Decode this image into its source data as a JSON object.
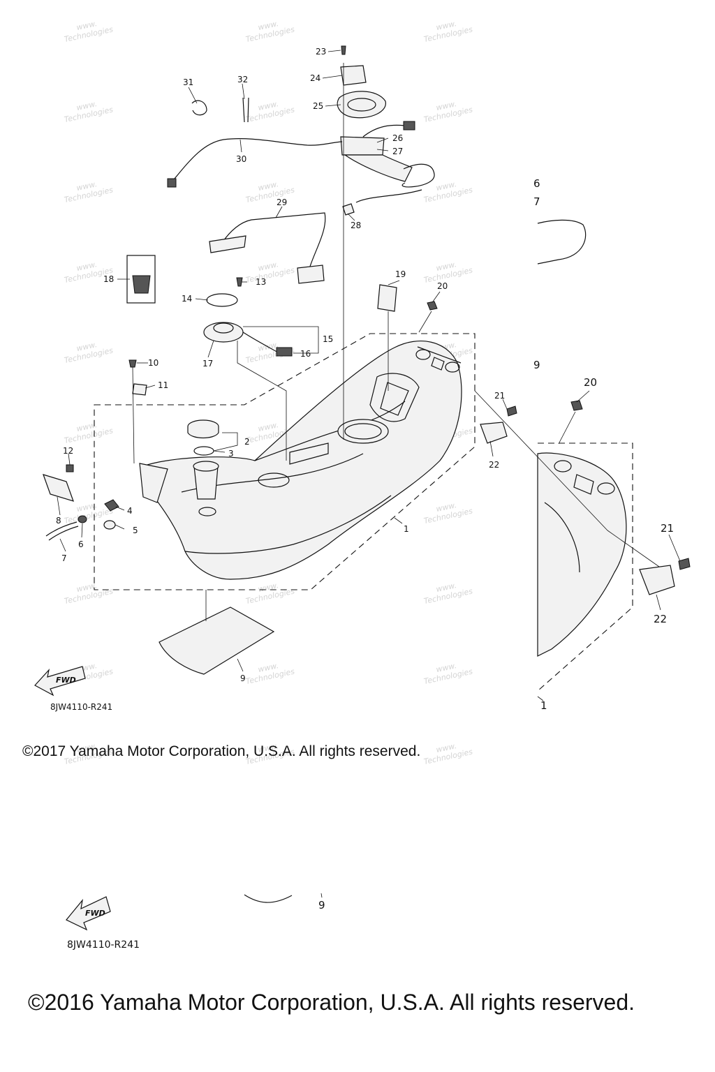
{
  "watermark": {
    "line1": "www.",
    "line2": "Technologies"
  },
  "callouts": [
    {
      "id": "1",
      "label": "1"
    },
    {
      "id": "2",
      "label": "2"
    },
    {
      "id": "3",
      "label": "3"
    },
    {
      "id": "4",
      "label": "4"
    },
    {
      "id": "5",
      "label": "5"
    },
    {
      "id": "6",
      "label": "6"
    },
    {
      "id": "7",
      "label": "7"
    },
    {
      "id": "8",
      "label": "8"
    },
    {
      "id": "9",
      "label": "9"
    },
    {
      "id": "10",
      "label": "10"
    },
    {
      "id": "11",
      "label": "11"
    },
    {
      "id": "12",
      "label": "12"
    },
    {
      "id": "13",
      "label": "13"
    },
    {
      "id": "14",
      "label": "14"
    },
    {
      "id": "15",
      "label": "15"
    },
    {
      "id": "16",
      "label": "16"
    },
    {
      "id": "17",
      "label": "17"
    },
    {
      "id": "18",
      "label": "18"
    },
    {
      "id": "19",
      "label": "19"
    },
    {
      "id": "20",
      "label": "20"
    },
    {
      "id": "21",
      "label": "21"
    },
    {
      "id": "22",
      "label": "22"
    },
    {
      "id": "23",
      "label": "23"
    },
    {
      "id": "24",
      "label": "24"
    },
    {
      "id": "25",
      "label": "25"
    },
    {
      "id": "26",
      "label": "26"
    },
    {
      "id": "27",
      "label": "27"
    },
    {
      "id": "28",
      "label": "28"
    },
    {
      "id": "29",
      "label": "29"
    },
    {
      "id": "30",
      "label": "30"
    },
    {
      "id": "31",
      "label": "31"
    },
    {
      "id": "32",
      "label": "32"
    }
  ],
  "detail_callouts": {
    "c20": "20",
    "c21": "21",
    "c22": "22",
    "c1": "1",
    "edge_6": "6",
    "edge_7": "7",
    "edge_9": "9",
    "lower_9": "9"
  },
  "fwd_label": "FWD",
  "diagram_code": "8JW4110-R241",
  "diagram_code_lower": "8JW4110-R241",
  "copyright_2017": "©2017 Yamaha Motor Corporation, U.S.A. All rights reserved.",
  "copyright_2016": "©2016 Yamaha Motor Corporation, U.S.A. All rights reserved."
}
